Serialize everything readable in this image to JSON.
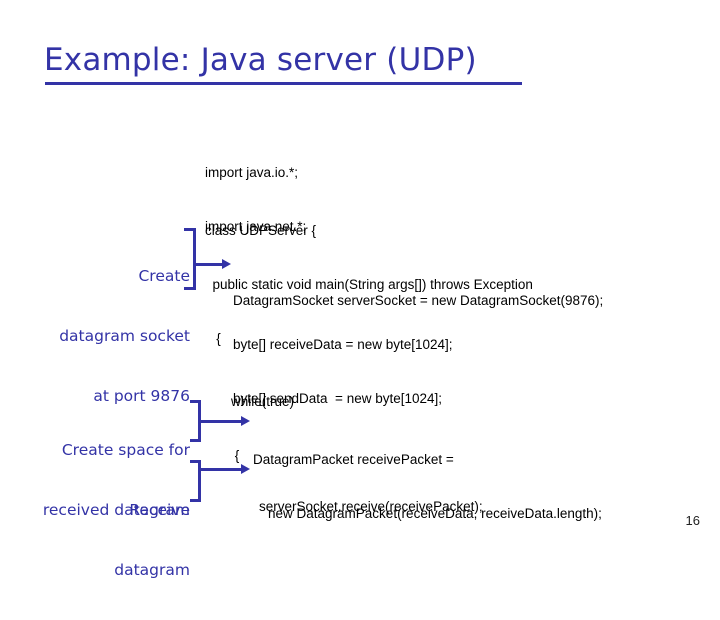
{
  "slide": {
    "title": "Example: Java server (UDP)",
    "page_number": "16",
    "accent_color": "#3333a6",
    "text_color": "#000000",
    "background_color": "#ffffff"
  },
  "code": {
    "language": "java",
    "lines": [
      "import java.io.*;",
      "import java.net.*;",
      "",
      "class UDPServer {",
      "  public static void main(String args[]) throws Exception",
      "   {",
      "",
      "    DatagramSocket serverSocket = new DatagramSocket(9876);",
      "",
      "    byte[] receiveData = new byte[1024];",
      "    byte[] sendData  = new byte[1024];",
      "",
      "    while(true)",
      "     {",
      "",
      "      DatagramPacket receivePacket =",
      "         new DatagramPacket(receiveData, receiveData.length);",
      "      serverSocket.receive(receivePacket);"
    ],
    "segments": {
      "imports": [
        "import java.io.*;",
        "import java.net.*;"
      ],
      "class_header": [
        "class UDPServer {",
        "  public static void main(String args[]) throws Exception",
        "   {"
      ],
      "socket_create": [
        "DatagramSocket serverSocket = new DatagramSocket(9876);"
      ],
      "buffers": [
        "byte[] receiveData = new byte[1024];",
        "byte[] sendData  = new byte[1024];"
      ],
      "loop_header": [
        "while(true)",
        " {"
      ],
      "packet_create": [
        "DatagramPacket receivePacket =",
        "    new DatagramPacket(receiveData, receiveData.length);"
      ],
      "receive_call": [
        "serverSocket.receive(receivePacket);"
      ]
    }
  },
  "annotations": [
    {
      "id": "create-socket",
      "lines": [
        "Create",
        "datagram socket",
        "at port 9876"
      ]
    },
    {
      "id": "create-space",
      "lines": [
        "Create space for",
        "received datagram"
      ]
    },
    {
      "id": "receive-datagram",
      "lines": [
        "Receive",
        "datagram"
      ]
    }
  ]
}
